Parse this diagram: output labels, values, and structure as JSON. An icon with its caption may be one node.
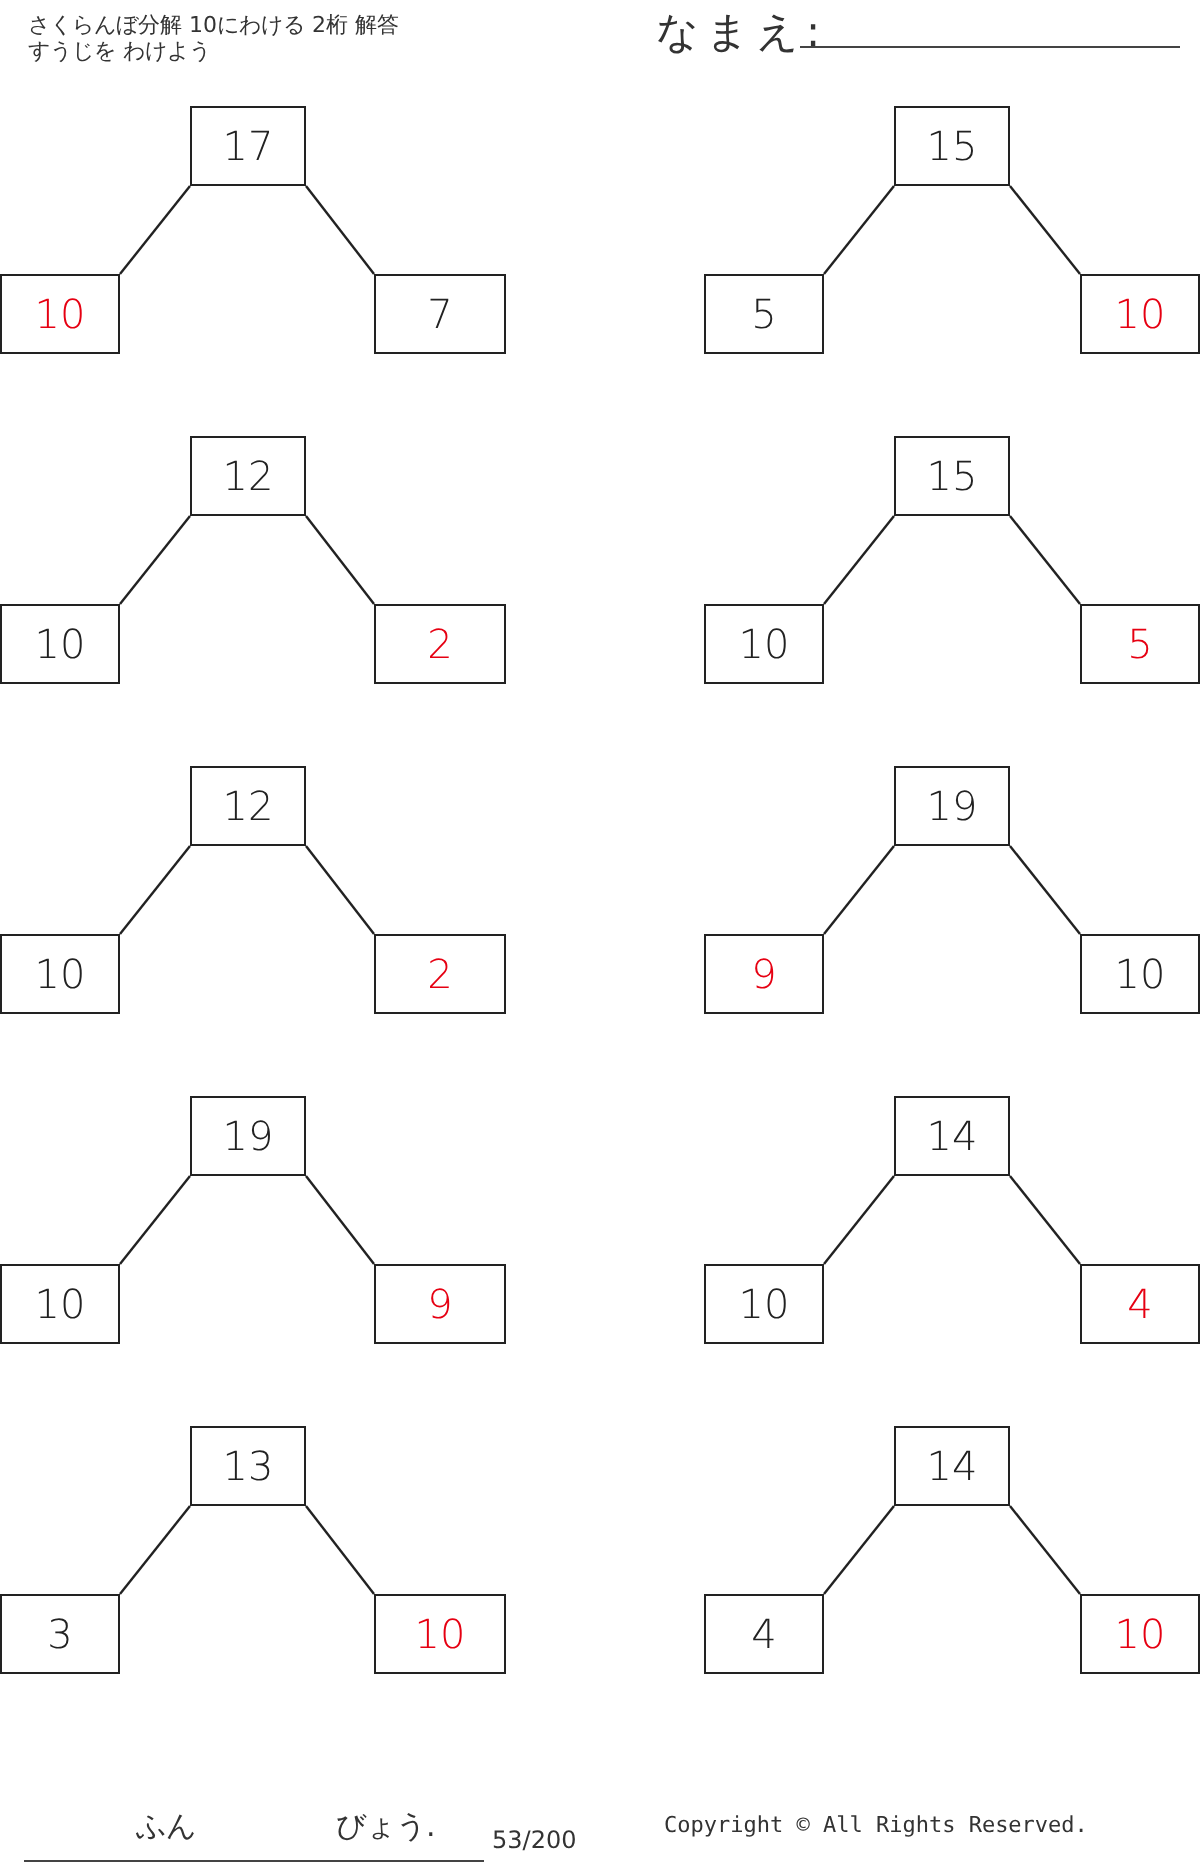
{
  "diagram": {
    "nodes": [
      {
        "text": [
          "17"
        ]
      },
      {
        "text": [
          "10"
        ]
      },
      {
        "text": [
          "7"
        ]
      },
      {
        "text": [
          "15"
        ]
      },
      {
        "text": [
          "5"
        ]
      },
      {
        "text": [
          "10"
        ]
      },
      {
        "text": [
          "12"
        ]
      },
      {
        "text": [
          "10"
        ]
      },
      {
        "text": [
          "2"
        ]
      },
      {
        "text": [
          "15"
        ]
      },
      {
        "text": [
          "10"
        ]
      },
      {
        "text": [
          "5"
        ]
      },
      {
        "text": [
          "12"
        ]
      },
      {
        "text": [
          "10"
        ]
      },
      {
        "text": [
          "2"
        ]
      },
      {
        "text": [
          "19"
        ]
      },
      {
        "text": [
          "9"
        ]
      },
      {
        "text": [
          "10"
        ]
      },
      {
        "text": [
          "19"
        ]
      },
      {
        "text": [
          "10"
        ]
      },
      {
        "text": [
          "9"
        ]
      },
      {
        "text": [
          "14"
        ]
      },
      {
        "text": [
          "10"
        ]
      },
      {
        "text": [
          "4"
        ]
      },
      {
        "text": [
          "13"
        ]
      },
      {
        "text": [
          "3"
        ]
      },
      {
        "text": [
          "10"
        ]
      },
      {
        "text": [
          "14"
        ]
      },
      {
        "text": [
          "4"
        ]
      },
      {
        "text": [
          "10"
        ]
      }
    ],
    "edges": [
      {
        "from": 0,
        "to": 1,
        "arrow": "none"
      },
      {
        "from": 0,
        "to": 2,
        "arrow": "none"
      },
      {
        "from": 3,
        "to": 4,
        "arrow": "none"
      },
      {
        "from": 3,
        "to": 5,
        "arrow": "none"
      },
      {
        "from": 6,
        "to": 7,
        "arrow": "none"
      },
      {
        "from": 6,
        "to": 8,
        "arrow": "none"
      },
      {
        "from": 9,
        "to": 10,
        "arrow": "none"
      },
      {
        "from": 9,
        "to": 11,
        "arrow": "none"
      },
      {
        "from": 12,
        "to": 13,
        "arrow": "none"
      },
      {
        "from": 12,
        "to": 14,
        "arrow": "none"
      },
      {
        "from": 15,
        "to": 16,
        "arrow": "none"
      },
      {
        "from": 15,
        "to": 17,
        "arrow": "none"
      },
      {
        "from": 18,
        "to": 19,
        "arrow": "none"
      },
      {
        "from": 18,
        "to": 20,
        "arrow": "none"
      },
      {
        "from": 21,
        "to": 22,
        "arrow": "none"
      },
      {
        "from": 21,
        "to": 23,
        "arrow": "none"
      },
      {
        "from": 24,
        "to": 25,
        "arrow": "none"
      },
      {
        "from": 24,
        "to": 26,
        "arrow": "none"
      },
      {
        "from": 27,
        "to": 28,
        "arrow": "none"
      },
      {
        "from": 27,
        "to": 29,
        "arrow": "none"
      }
    ],
    "labels": [
      "さくらんぼ分解 10にわける 2桁 解答",
      "すうじを わけよう",
      "なまえ:",
      "ふん",
      "びょう.",
      "53/200",
      "Copyright © All Rights Reserved."
    ]
  }
}
